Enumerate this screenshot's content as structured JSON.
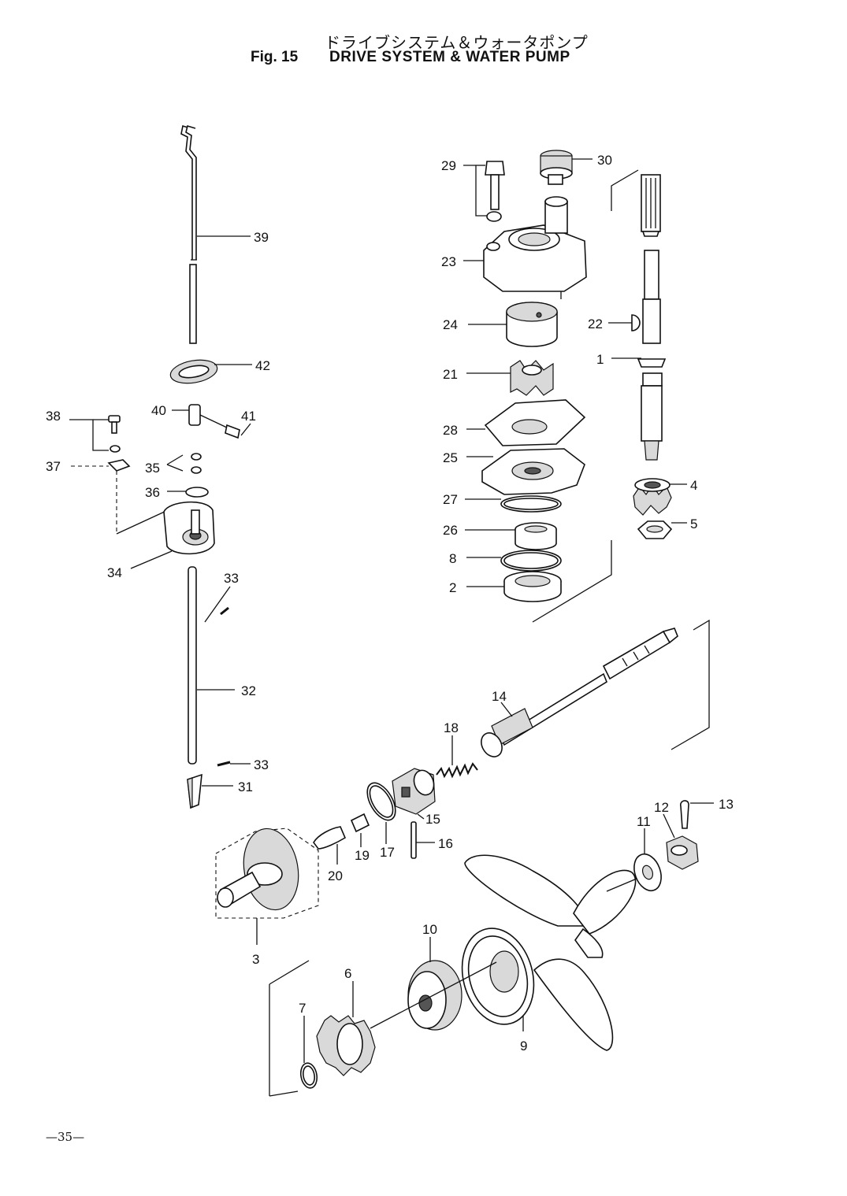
{
  "header": {
    "title_jp": "ドライブシステム＆ウォータポンプ",
    "fig_label": "Fig. 15",
    "title_en": "DRIVE SYSTEM & WATER PUMP"
  },
  "callouts": {
    "c1": "1",
    "c2": "2",
    "c3": "3",
    "c4": "4",
    "c5": "5",
    "c6": "6",
    "c7": "7",
    "c8": "8",
    "c9": "9",
    "c10": "10",
    "c11": "11",
    "c12": "12",
    "c13": "13",
    "c14": "14",
    "c15": "15",
    "c16": "16",
    "c17": "17",
    "c18": "18",
    "c19": "19",
    "c20": "20",
    "c21": "21",
    "c22": "22",
    "c23": "23",
    "c24": "24",
    "c25": "25",
    "c26": "26",
    "c27": "27",
    "c28": "28",
    "c29": "29",
    "c30": "30",
    "c31": "31",
    "c32": "32",
    "c33a": "33",
    "c33b": "33",
    "c34": "34",
    "c35": "35",
    "c36": "36",
    "c37": "37",
    "c38": "38",
    "c39": "39",
    "c40": "40",
    "c41": "41",
    "c42": "42"
  },
  "footer": {
    "page_number": "—35—"
  }
}
